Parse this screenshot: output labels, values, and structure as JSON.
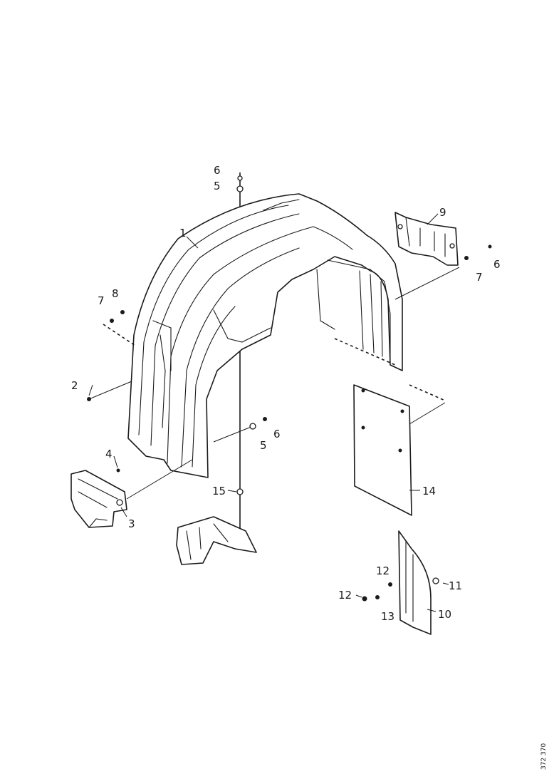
{
  "callouts": {
    "c1": "1",
    "c2": "2",
    "c3": "3",
    "c4": "4",
    "c5_top": "5",
    "c5_mid": "5",
    "c6_top": "6",
    "c6_right": "6",
    "c6_mid": "6",
    "c7_left": "7",
    "c7_right": "7",
    "c8_left": "8",
    "c9": "9",
    "c10": "10",
    "c11": "11",
    "c12_a": "12",
    "c12_b": "12",
    "c13": "13",
    "c14": "14",
    "c15": "15"
  },
  "reference_code": "372 370"
}
